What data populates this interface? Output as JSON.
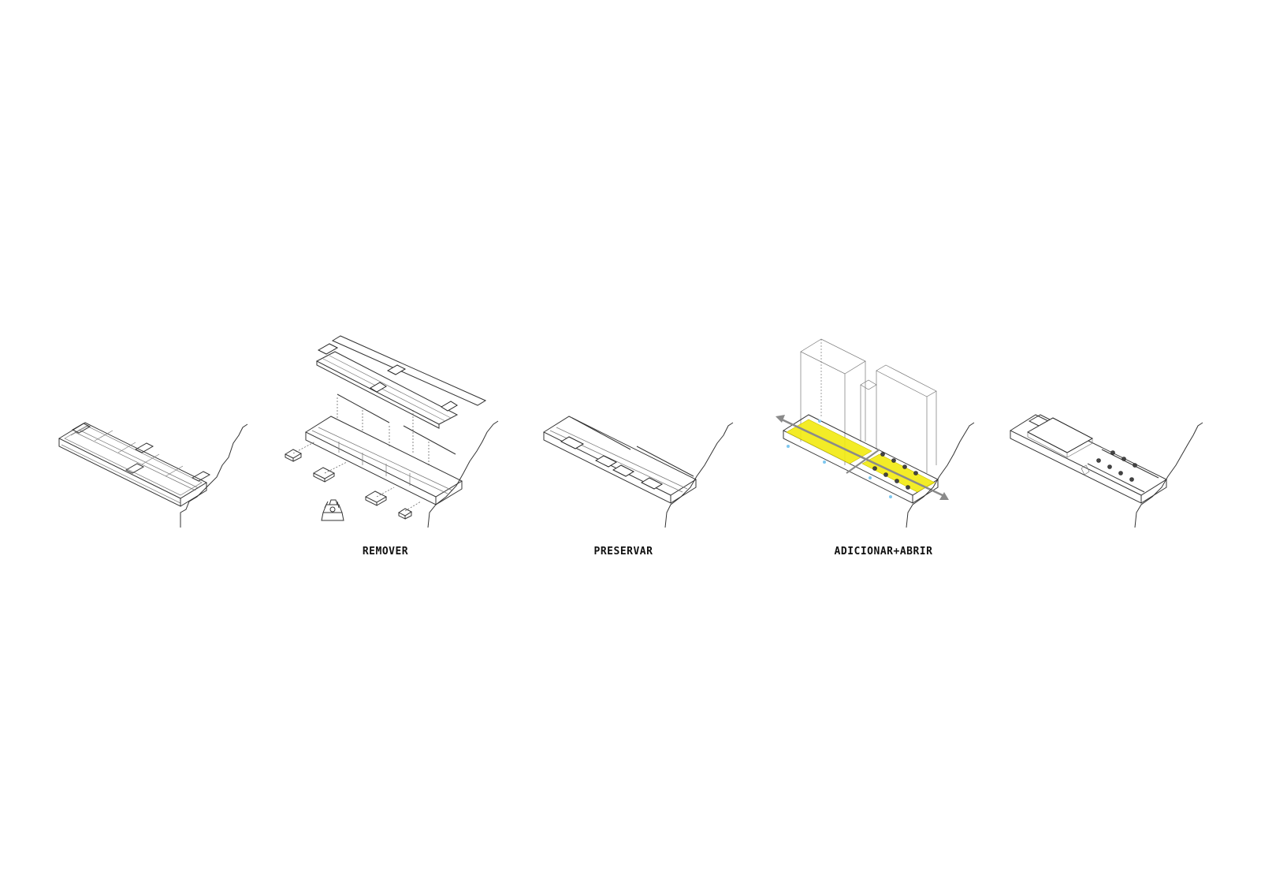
{
  "colors": {
    "line": "#333333",
    "highlight": "#f2ea10",
    "arrow": "#8a8a8a",
    "accent_blue": "#7ec8f0",
    "background": "#ffffff"
  },
  "steps": [
    {
      "id": "existing",
      "label": ""
    },
    {
      "id": "remove",
      "label": "REMOVER"
    },
    {
      "id": "preserve",
      "label": "PRESERVAR"
    },
    {
      "id": "add-open",
      "label": "ADICIONAR+ABRIR"
    },
    {
      "id": "result",
      "label": ""
    }
  ]
}
